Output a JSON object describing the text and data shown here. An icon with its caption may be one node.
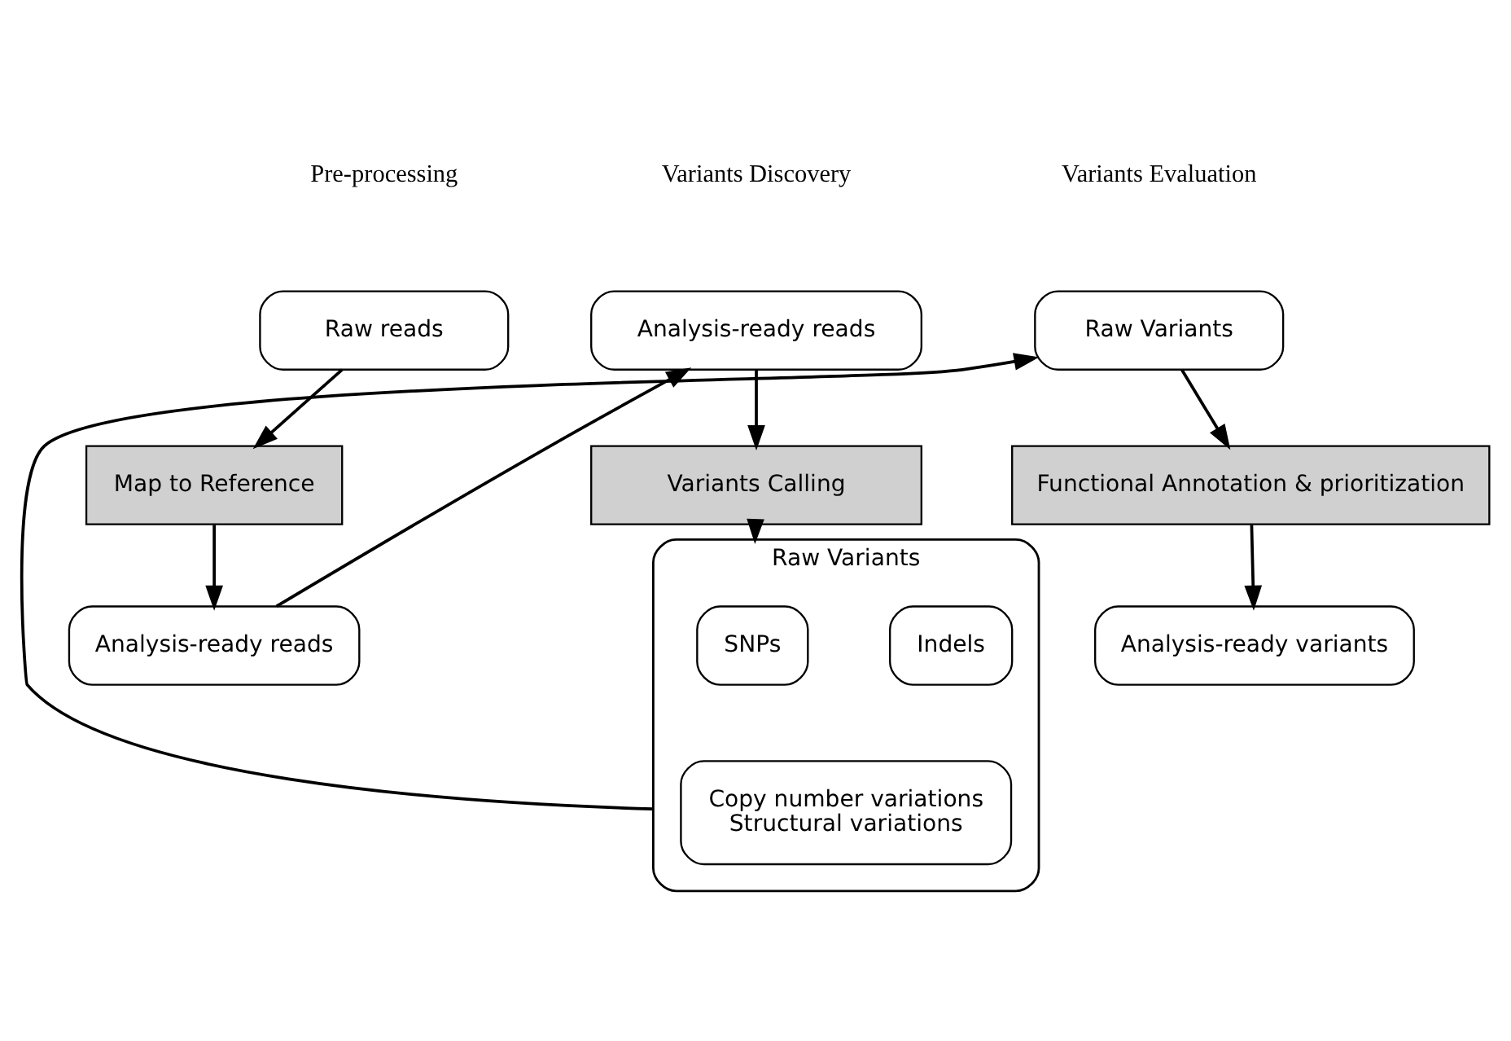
{
  "diagram": {
    "nodes": [
      {
        "text": [
          "Raw reads"
        ]
      },
      {
        "text": [
          "Map to Reference"
        ]
      },
      {
        "text": [
          "Analysis-ready reads"
        ]
      },
      {
        "text": [
          "Analysis-ready reads"
        ]
      },
      {
        "text": [
          "Variants Calling"
        ]
      },
      {
        "text": [
          "Raw Variants"
        ]
      },
      {
        "text": [
          "SNPs"
        ],
        "in": 5
      },
      {
        "text": [
          "Indels"
        ],
        "in": 5
      },
      {
        "text": [
          "Copy number variations",
          "Structural variations"
        ],
        "in": 5
      },
      {
        "text": [
          "Raw Variants"
        ]
      },
      {
        "text": [
          "Functional Annotation & prioritization"
        ]
      },
      {
        "text": [
          "Analysis-ready variants"
        ]
      }
    ],
    "edges": [
      {
        "from": 0,
        "to": 1,
        "arrow": "to"
      },
      {
        "from": 1,
        "to": 2,
        "arrow": "to"
      },
      {
        "from": 2,
        "to": 3,
        "arrow": "to"
      },
      {
        "from": 3,
        "to": 4,
        "arrow": "to"
      },
      {
        "from": 4,
        "to": 5,
        "arrow": "to"
      },
      {
        "from": 5,
        "to": 9,
        "arrow": "to"
      },
      {
        "from": 9,
        "to": 10,
        "arrow": "to"
      },
      {
        "from": 10,
        "to": 11,
        "arrow": "to"
      }
    ],
    "labels": [
      "Pre-processing",
      "Variants Discovery",
      "Variants Evaluation"
    ]
  }
}
